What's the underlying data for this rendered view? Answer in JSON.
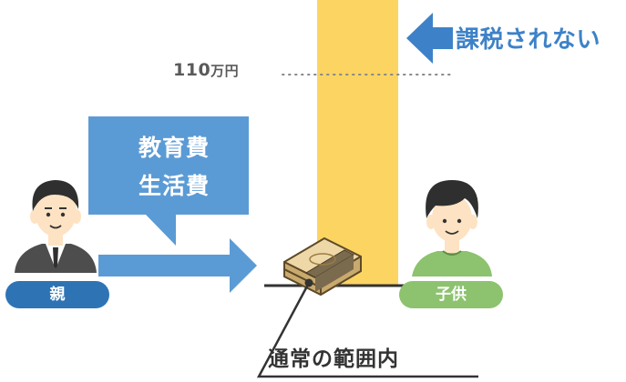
{
  "threshold": {
    "value": "110",
    "unit": "万円"
  },
  "not_taxed_label": "課税されない",
  "bubble": {
    "line1": "教育費",
    "line2": "生活費"
  },
  "parent_label": "親",
  "child_label": "子供",
  "normal_range_label": "通常の範囲内",
  "colors": {
    "bar": "#fcd462",
    "arrow_blue": "#5b9bd5",
    "tax_arrow": "#3d82c8",
    "parent_pill": "#2e74b5",
    "child_pill": "#8dc26f",
    "skin": "#fde3c3",
    "hair": "#2f2f2f"
  },
  "icons": [
    "parent-person-icon",
    "child-person-icon",
    "money-bundle-icon",
    "arrow-right-icon",
    "arrow-left-icon"
  ]
}
